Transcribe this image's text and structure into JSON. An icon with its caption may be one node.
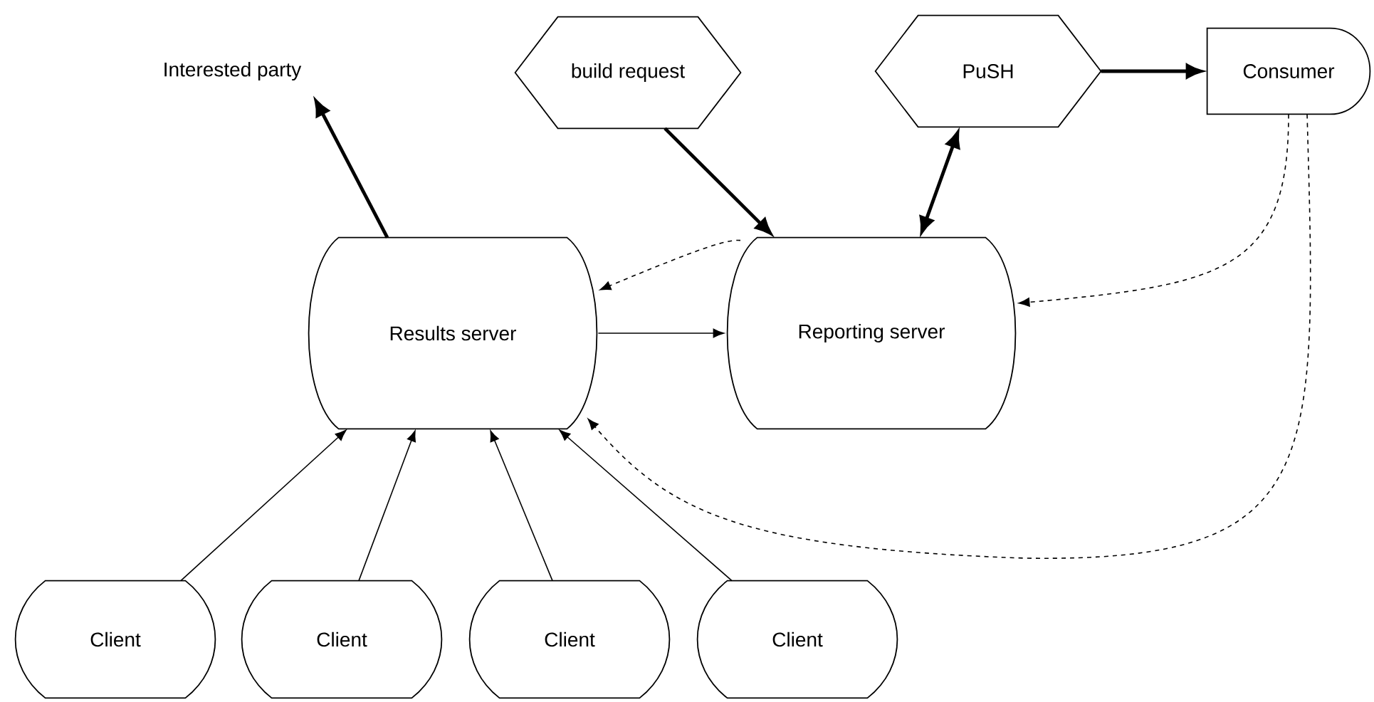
{
  "diagram": {
    "nodes": [
      {
        "text": [
          "Interested party"
        ]
      },
      {
        "text": [
          "build request"
        ]
      },
      {
        "text": [
          "PuSH"
        ]
      },
      {
        "text": [
          "Consumer"
        ]
      },
      {
        "text": [
          "Results server"
        ]
      },
      {
        "text": [
          "Reporting server"
        ]
      },
      {
        "text": [
          "Client"
        ]
      },
      {
        "text": [
          "Client"
        ]
      },
      {
        "text": [
          "Client"
        ]
      },
      {
        "text": [
          "Client"
        ]
      }
    ],
    "edges": [
      {
        "from": 4,
        "to": 0,
        "arrow": "to",
        "style": "thick"
      },
      {
        "from": 1,
        "to": 5,
        "arrow": "to",
        "style": "thick"
      },
      {
        "from": 5,
        "to": 2,
        "arrow": "both",
        "style": "thick"
      },
      {
        "from": 2,
        "to": 3,
        "arrow": "to",
        "style": "thick"
      },
      {
        "from": 5,
        "to": 4,
        "arrow": "to",
        "style": "dashed"
      },
      {
        "from": 3,
        "to": 5,
        "arrow": "to",
        "style": "dashed"
      },
      {
        "from": 3,
        "to": 4,
        "arrow": "to",
        "style": "dashed"
      },
      {
        "from": 4,
        "to": 5,
        "arrow": "to"
      },
      {
        "from": 6,
        "to": 4,
        "arrow": "to"
      },
      {
        "from": 7,
        "to": 4,
        "arrow": "to"
      },
      {
        "from": 8,
        "to": 4,
        "arrow": "to"
      },
      {
        "from": 9,
        "to": 4,
        "arrow": "to"
      }
    ]
  }
}
